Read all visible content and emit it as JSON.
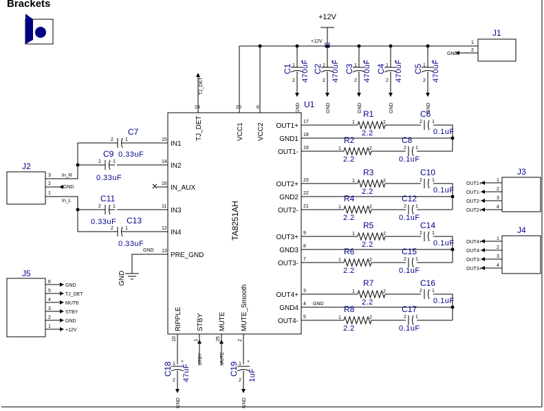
{
  "title": "Brackets",
  "supply": {
    "port_label": "+12V",
    "net_label": "+12V"
  },
  "ic": {
    "ref": "U1",
    "part": "TA8251AH",
    "left_pins": [
      {
        "num": "15",
        "name": "IN1"
      },
      {
        "num": "14",
        "name": "IN2"
      },
      {
        "num": "16",
        "name": "IN_AUX"
      },
      {
        "num": "11",
        "name": "IN3"
      },
      {
        "num": "12",
        "name": "IN4"
      },
      {
        "num": "13",
        "name": "PRE_GND"
      }
    ],
    "right_pins": [
      {
        "num": "17",
        "name": "OUT1+"
      },
      {
        "num": "18",
        "name": "GND1"
      },
      {
        "num": "19",
        "name": "OUT1-"
      },
      {
        "num": "23",
        "name": "OUT2+"
      },
      {
        "num": "22",
        "name": "GND2"
      },
      {
        "num": "21",
        "name": "OUT2-"
      },
      {
        "num": "9",
        "name": "OUT3+"
      },
      {
        "num": "8",
        "name": "GND3"
      },
      {
        "num": "7",
        "name": "OUT3-"
      },
      {
        "num": "3",
        "name": "OUT4+"
      },
      {
        "num": "4",
        "name": "GND4"
      },
      {
        "num": "5",
        "name": "OUT4-"
      }
    ],
    "top_pins": [
      {
        "num": "24",
        "name": "TJ_DET"
      },
      {
        "num": "20",
        "name": "VCC1"
      },
      {
        "num": "6",
        "name": "VCC2"
      }
    ],
    "bottom_pins": [
      {
        "num": "10",
        "name": "RIPPLE"
      },
      {
        "num": "1",
        "name": "STBY"
      },
      {
        "num": "25",
        "name": "MUTE"
      },
      {
        "num": "2",
        "name": "MUTE_Smooth"
      }
    ]
  },
  "nets": {
    "gnd": "GND",
    "tj_det": "TJ_DET",
    "stby": "STBY",
    "mute": "MUTE"
  },
  "bulk_caps": [
    {
      "ref": "C1",
      "value": "470uF",
      "pin1": "1",
      "pin2": "2",
      "net": "GND"
    },
    {
      "ref": "C2",
      "value": "470uF",
      "pin1": "1",
      "pin2": "2",
      "net": "GND"
    },
    {
      "ref": "C3",
      "value": "470uF",
      "pin1": "1",
      "pin2": "2",
      "net": "GND"
    },
    {
      "ref": "C4",
      "value": "470uF",
      "pin1": "1",
      "pin2": "2",
      "net": "GND"
    },
    {
      "ref": "C5",
      "value": "470uF",
      "pin1": "1",
      "pin2": "2",
      "net": "GND"
    }
  ],
  "input_caps": [
    {
      "ref": "C7",
      "value": "0.33uF"
    },
    {
      "ref": "C9",
      "value": "0.33uF"
    },
    {
      "ref": "C11",
      "value": "0.33uF"
    },
    {
      "ref": "C13",
      "value": "0.33uF"
    }
  ],
  "outputs": [
    {
      "r_top": "R1",
      "r_top_val": "2.2",
      "c_top": "C6",
      "c_top_val": "0.1uF",
      "r_bot": "R2",
      "r_bot_val": "2.2",
      "c_bot": "C8",
      "c_bot_val": "0.1uF",
      "gnd_net": ""
    },
    {
      "r_top": "R3",
      "r_top_val": "2.2",
      "c_top": "C10",
      "c_top_val": "0.1uF",
      "r_bot": "R4",
      "r_bot_val": "2.2",
      "c_bot": "C12",
      "c_bot_val": "0.1uF",
      "gnd_net": ""
    },
    {
      "r_top": "R5",
      "r_top_val": "2.2",
      "c_top": "C14",
      "c_top_val": "0.1uF",
      "r_bot": "R6",
      "r_bot_val": "2.2",
      "c_bot": "C15",
      "c_bot_val": "0.1uF",
      "gnd_net": ""
    },
    {
      "r_top": "R7",
      "r_top_val": "2.2",
      "c_top": "C16",
      "c_top_val": "0.1uF",
      "r_bot": "R8",
      "r_bot_val": "2.2",
      "c_bot": "C17",
      "c_bot_val": "0.1uF",
      "gnd_net": "GND"
    }
  ],
  "pin_numbers": {
    "one": "1",
    "two": "2",
    "three": "3",
    "four": "4"
  },
  "connectors": {
    "J1": {
      "ref": "J1",
      "net2": "GND"
    },
    "J2": {
      "ref": "J2",
      "net3": "In_R",
      "net2": "GND",
      "net1": "In_L"
    },
    "J3": {
      "ref": "J3",
      "pins": [
        {
          "num": "1",
          "net": "OUT1+"
        },
        {
          "num": "2",
          "net": "OUT1-"
        },
        {
          "num": "3",
          "net": "OUT2-"
        },
        {
          "num": "4",
          "net": "OUT2+"
        }
      ]
    },
    "J4": {
      "ref": "J4",
      "pins": [
        {
          "num": "1",
          "net": "OUT4+"
        },
        {
          "num": "2",
          "net": "OUT4-"
        },
        {
          "num": "3",
          "net": "OUT3-"
        },
        {
          "num": "4",
          "net": "OUT3+"
        }
      ]
    },
    "J5": {
      "ref": "J5",
      "pins": [
        {
          "num": "6",
          "net": "GND"
        },
        {
          "num": "5",
          "net": "TJ_DET"
        },
        {
          "num": "4",
          "net": "MUTE"
        },
        {
          "num": "3",
          "net": "STBY"
        },
        {
          "num": "2",
          "net": "GND"
        },
        {
          "num": "1",
          "net": "+12V"
        }
      ]
    }
  },
  "bottom_caps": [
    {
      "ref": "C18",
      "value": "47uF",
      "net": "GND"
    },
    {
      "ref": "C19",
      "value": "1uF",
      "net": "GND"
    }
  ]
}
